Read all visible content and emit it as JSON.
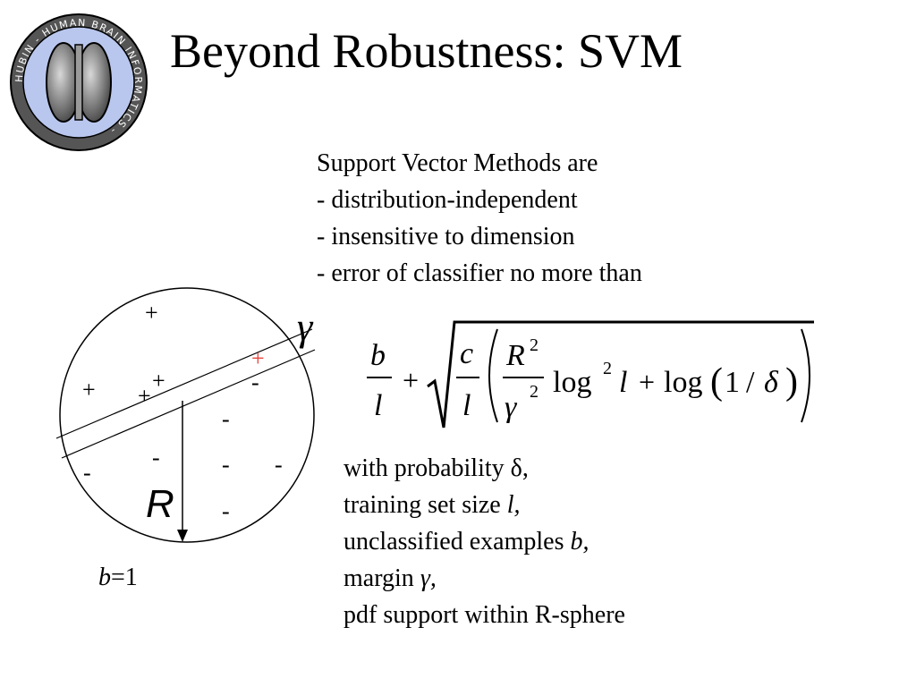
{
  "logo": {
    "ring_text": "HUBIN - HUMAN BRAIN INFORMATICS -",
    "colors": {
      "ring": "#b9c7ee",
      "brain": "#6d6d6d",
      "border": "#000000"
    }
  },
  "title": "Beyond Robustness: SVM",
  "intro": {
    "lines": [
      "Support Vector Methods are",
      "- distribution-independent",
      "- insensitive to dimension",
      "- error of classifier no more than"
    ]
  },
  "diagram": {
    "plus_symbol": "+",
    "minus_symbol": "-",
    "gamma_label": "γ",
    "radius_label": "R",
    "highlight_color": "#e8453c"
  },
  "formula": {
    "b": "b",
    "l": "l",
    "plus": "+",
    "c": "c",
    "R": "R",
    "sup2": "2",
    "gamma": "γ",
    "log": "log",
    "one": "1",
    "slash": "/",
    "delta": "δ"
  },
  "notes": {
    "line1_text": "with probability ",
    "line1_symbol": "δ",
    "line1_end": ",",
    "line2_text": "training set size ",
    "line2_symbol": "l,",
    "line3_text": "unclassified examples ",
    "line3_symbol": "b,",
    "line4_text": "margin ",
    "line4_symbol": "γ,",
    "line5_text": "pdf support within R-sphere"
  },
  "b_label": {
    "var": "b",
    "rest": "=1"
  }
}
